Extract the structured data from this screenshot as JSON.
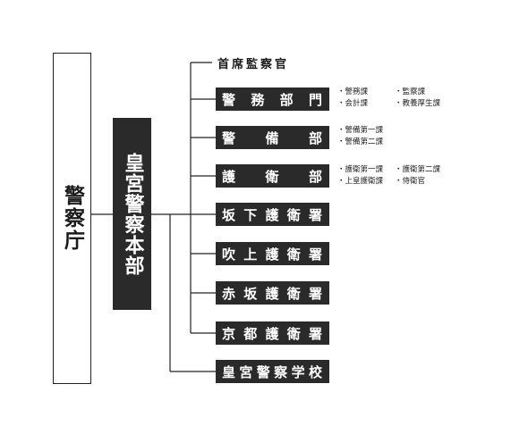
{
  "agency": {
    "label": "警察庁"
  },
  "headquarters": {
    "label": "皇宮警察本部"
  },
  "units": [
    {
      "label": "首席監察官",
      "boxed": false,
      "notes": []
    },
    {
      "label": "警務部門",
      "boxed": true,
      "notes": [
        [
          "・警務課",
          "・監察課"
        ],
        [
          "・会計課",
          "・教養厚生課"
        ]
      ]
    },
    {
      "label": "警備部",
      "boxed": true,
      "notes": [
        [
          "・警備第一課"
        ],
        [
          "・警備第二課"
        ]
      ]
    },
    {
      "label": "護衛部",
      "boxed": true,
      "notes": [
        [
          "・護衛第一課",
          "・護衛第二課"
        ],
        [
          "・上皇護衛課",
          "・侍衛官"
        ]
      ]
    },
    {
      "label": "坂下護衛署",
      "boxed": true,
      "notes": []
    },
    {
      "label": "吹上護衛署",
      "boxed": true,
      "notes": []
    },
    {
      "label": "赤坂護衛署",
      "boxed": true,
      "notes": []
    },
    {
      "label": "京都護衛署",
      "boxed": true,
      "notes": []
    },
    {
      "label": "皇宮警察学校",
      "boxed": true,
      "notes": []
    }
  ],
  "colors": {
    "box_fill": "#2a2a2a",
    "box_text": "#ffffff",
    "line": "#222222"
  }
}
